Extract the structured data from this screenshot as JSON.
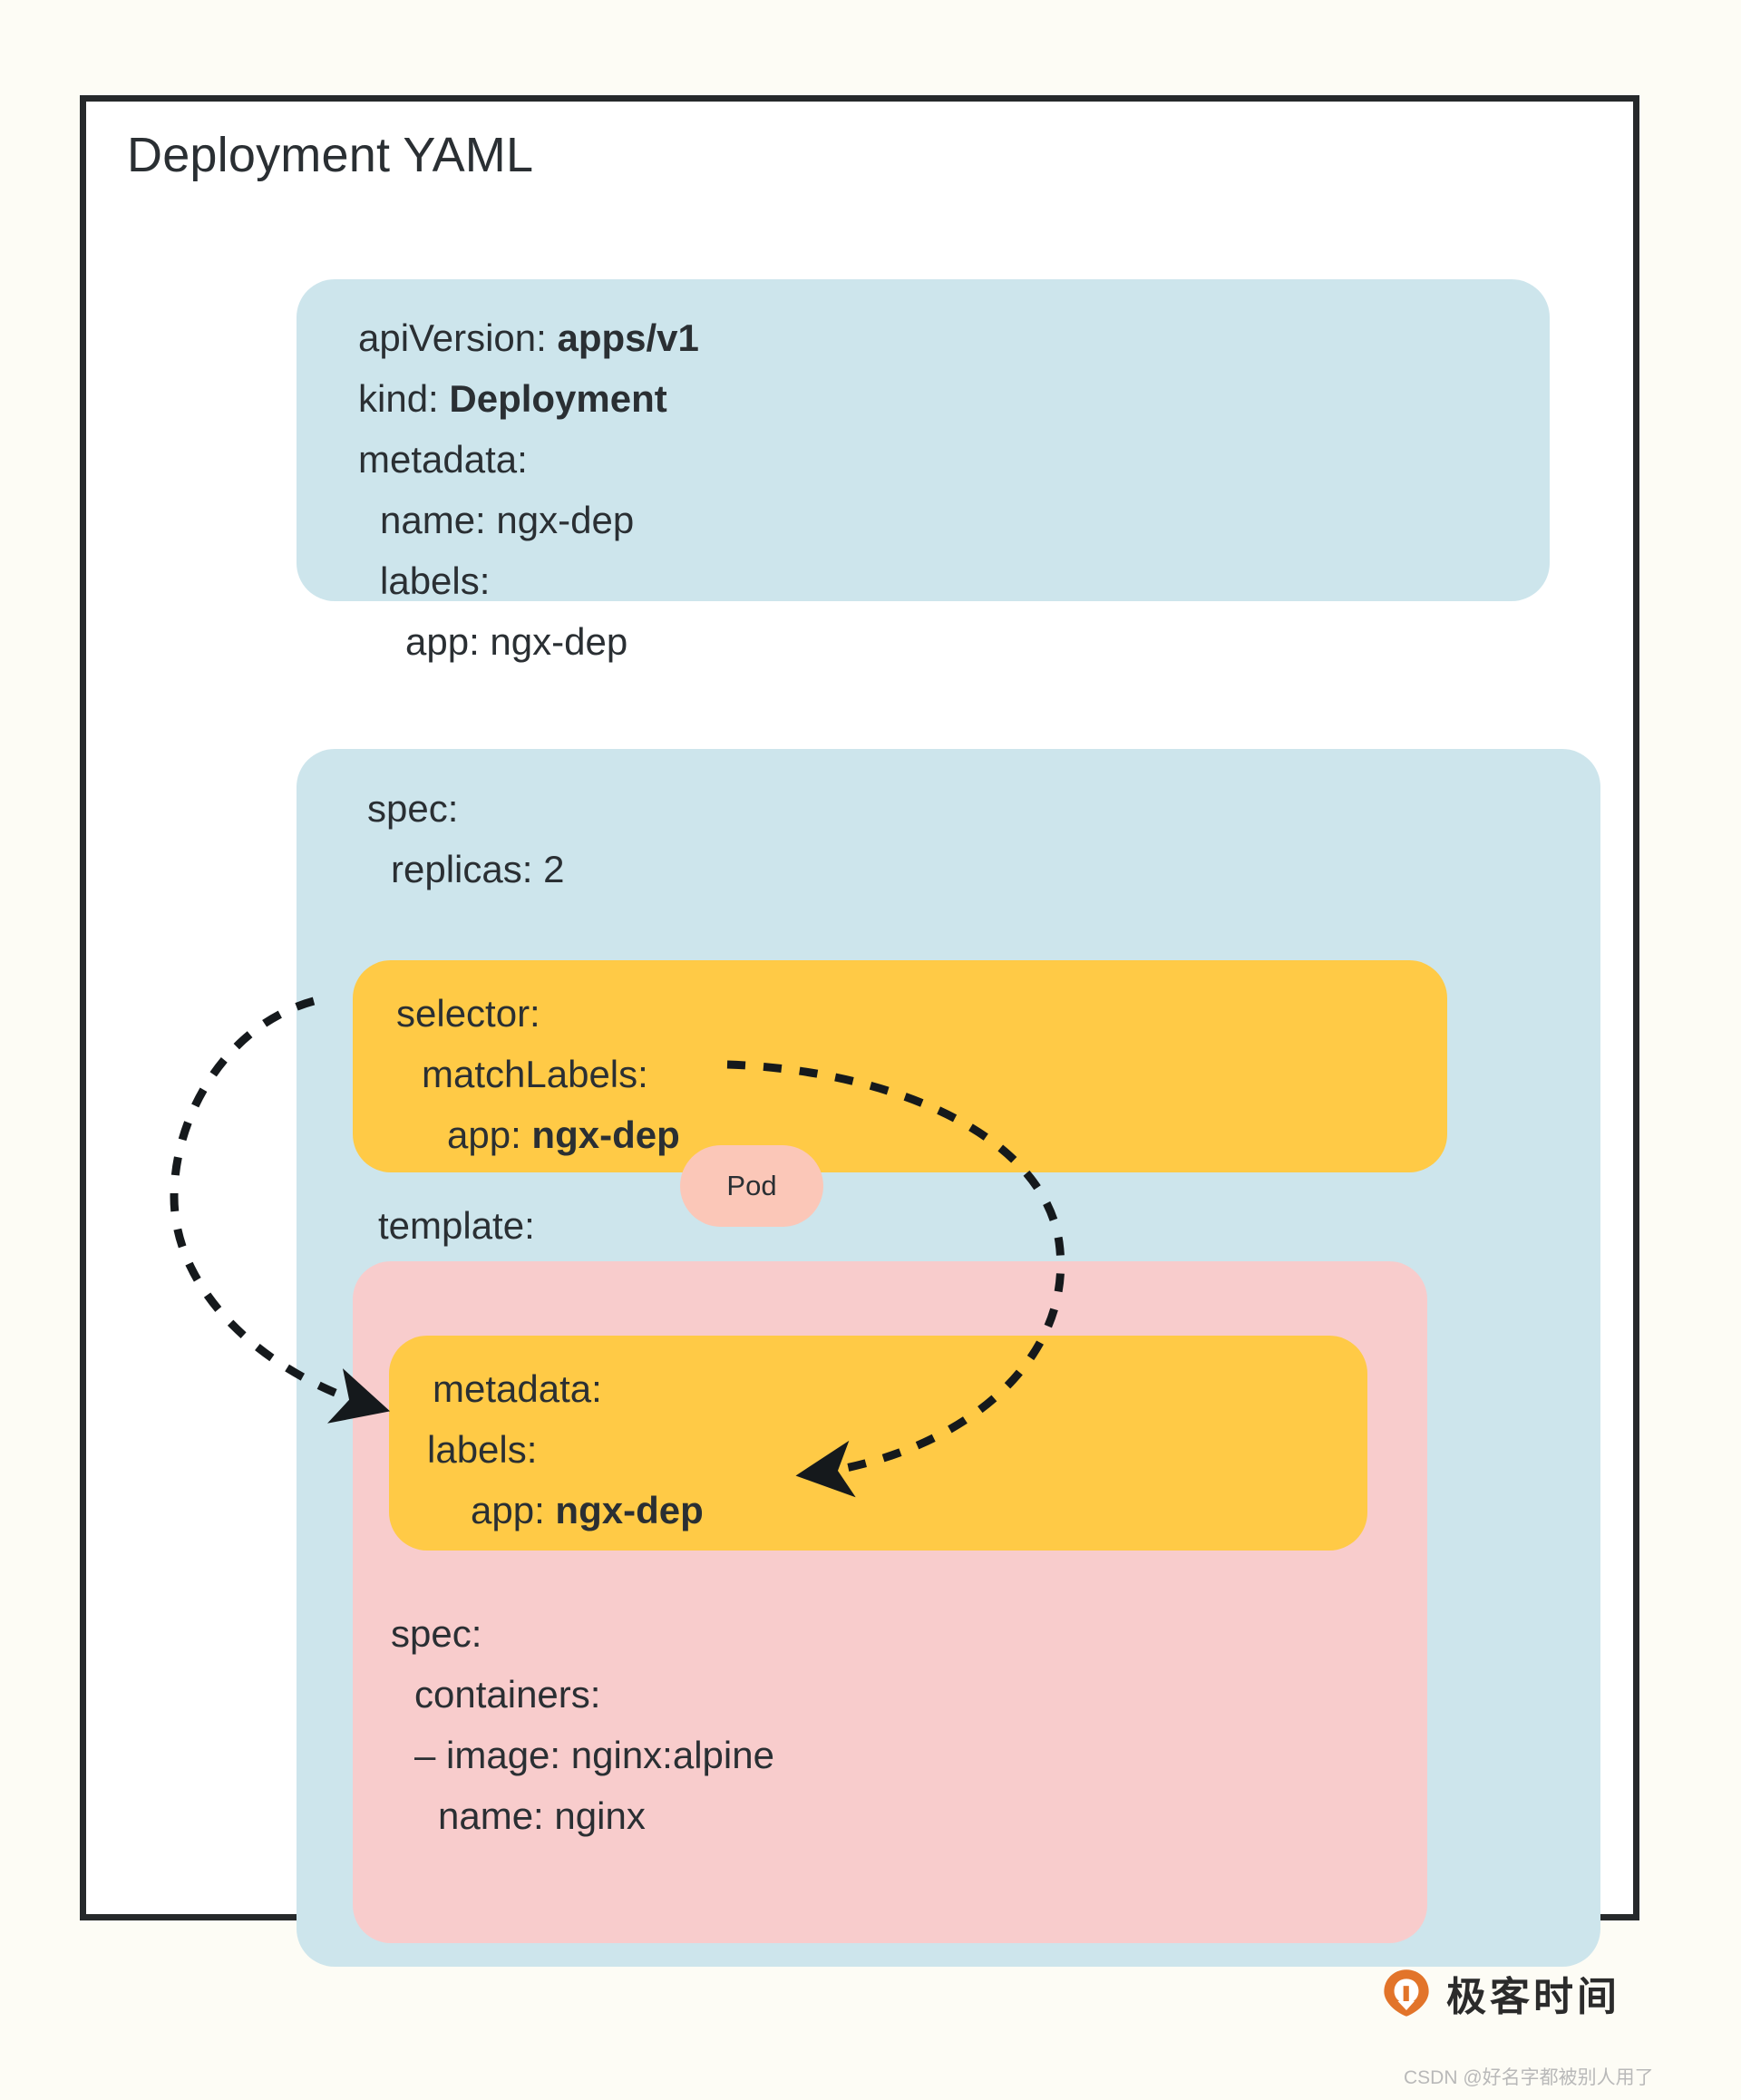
{
  "page": {
    "title": "Deployment YAML",
    "background_color": "#fdfcf5",
    "frame_border_color": "#26292b"
  },
  "palette": {
    "blue": "#cde5ec",
    "yellow": "#ffca46",
    "pink": "#f8cccc",
    "pod_pill": "#fbc7b8",
    "text": "#2a2f33",
    "brand_orange": "#e2742a"
  },
  "metadata_block": {
    "lines": [
      {
        "indent": 0,
        "key": "apiVersion:",
        "value": "apps/v1",
        "bold_value": true
      },
      {
        "indent": 0,
        "key": "kind:",
        "value": "Deployment",
        "bold_value": true
      },
      {
        "indent": 0,
        "key": "metadata:",
        "value": "",
        "bold_value": false
      },
      {
        "indent": 1,
        "key": "name:",
        "value": "ngx-dep",
        "bold_value": false
      },
      {
        "indent": 1,
        "key": "labels:",
        "value": "",
        "bold_value": false
      },
      {
        "indent": 2,
        "key": "app:",
        "value": "ngx-dep",
        "bold_value": false
      }
    ]
  },
  "spec_block": {
    "lines": [
      {
        "indent": 0,
        "key": "spec:",
        "value": "",
        "bold_value": false
      },
      {
        "indent": 1,
        "key": "replicas:",
        "value": "2",
        "bold_value": false
      }
    ],
    "template_label": "template:"
  },
  "selector_block": {
    "lines": [
      {
        "indent": 0,
        "key": "selector:",
        "value": "",
        "bold_value": false
      },
      {
        "indent": 1,
        "key": "matchLabels:",
        "value": "",
        "bold_value": false
      },
      {
        "indent": 2,
        "key": "app:",
        "value": "ngx-dep",
        "bold_value": true
      }
    ]
  },
  "pod_pill": {
    "label": "Pod"
  },
  "pod_metadata_block": {
    "lines": [
      {
        "indent": 0,
        "key": "metadata:",
        "value": "",
        "bold_value": false
      },
      {
        "indent": 1,
        "key": "labels:",
        "value": "",
        "bold_value": false
      },
      {
        "indent": 2,
        "key": "app:",
        "value": "ngx-dep",
        "bold_value": true
      }
    ]
  },
  "pod_spec_block": {
    "lines": [
      {
        "indent": 0,
        "key": "spec:",
        "value": "",
        "bold_value": false
      },
      {
        "indent": 1,
        "key": "containers:",
        "value": "",
        "bold_value": false
      },
      {
        "indent": 2,
        "key": "- image:",
        "value": "nginx:alpine",
        "bold_value": false
      },
      {
        "indent": 3,
        "key": "name:",
        "value": "nginx",
        "bold_value": false
      }
    ]
  },
  "connectors": [
    {
      "name": "selector-matchlabels-to-pod-labels",
      "from": "matchLabels:",
      "to": "labels:",
      "style": "dashed-arrow"
    },
    {
      "name": "selector-app-to-pod-app",
      "from": "app: ngx-dep (selector)",
      "to": "app: ngx-dep (pod template)",
      "style": "dashed-arrow"
    }
  ],
  "brand": {
    "name": "极客时间",
    "mark": "geektime-logo-icon"
  },
  "watermark": {
    "text": "CSDN @好名字都被别人用了"
  }
}
